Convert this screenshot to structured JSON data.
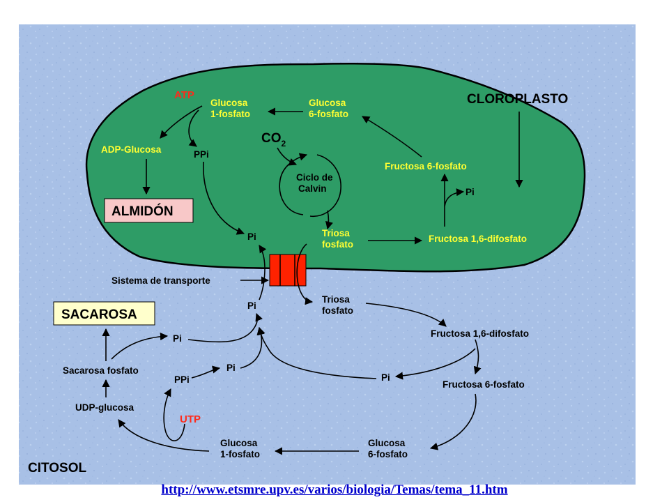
{
  "colors": {
    "background": "#a8c0e6",
    "chloroplast": "#2e9c66",
    "transporter": "#ff2200",
    "box": "#f8c8c8",
    "sacarosa_box": "#ffffcc",
    "chloroplast_label_color": "#ffff33",
    "red_label": "#ff2a1a"
  },
  "chloroplast": {
    "title": "CLOROPLASTO",
    "atp": "ATP",
    "glucosa_1p": [
      "Glucosa",
      "1-fosfato"
    ],
    "glucosa_6p": [
      "Glucosa",
      "6-fosfato"
    ],
    "co2": "CO",
    "co2_sub": "2",
    "adp_glucosa": "ADP-Glucosa",
    "ppi": "PPi",
    "almidon": "ALMIDÓN",
    "ciclo": [
      "Ciclo de",
      "Calvin"
    ],
    "fructosa_6p": "Fructosa 6-fosfato",
    "pi_right": "Pi",
    "pi_left": "Pi",
    "triosa_fosfato": [
      "Triosa",
      "fosfato"
    ],
    "fructosa_16": "Fructosa 1,6-difosfato"
  },
  "transport": {
    "label": "Sistema de transporte"
  },
  "cytosol": {
    "title": "CITOSOL",
    "sacarosa": "SACAROSA",
    "pi_top": "Pi",
    "triosa_fosfato": [
      "Triosa",
      "fosfato"
    ],
    "fructosa_16": "Fructosa 1,6-difosfato",
    "pi_1": "Pi",
    "sacarosa_fosfato": "Sacarosa fosfato",
    "pi_2": "Pi",
    "ppi": "PPi",
    "pi_3": "Pi",
    "fructosa_6p": "Fructosa 6-fosfato",
    "udp_glucosa": "UDP-glucosa",
    "utp": "UTP",
    "glucosa_1p": [
      "Glucosa",
      "1-fosfato"
    ],
    "glucosa_6p": [
      "Glucosa",
      "6-fosfato"
    ]
  },
  "footer": {
    "url": "http://www.etsmre.upv.es/varios/biologia/Temas/tema_11.htm"
  }
}
